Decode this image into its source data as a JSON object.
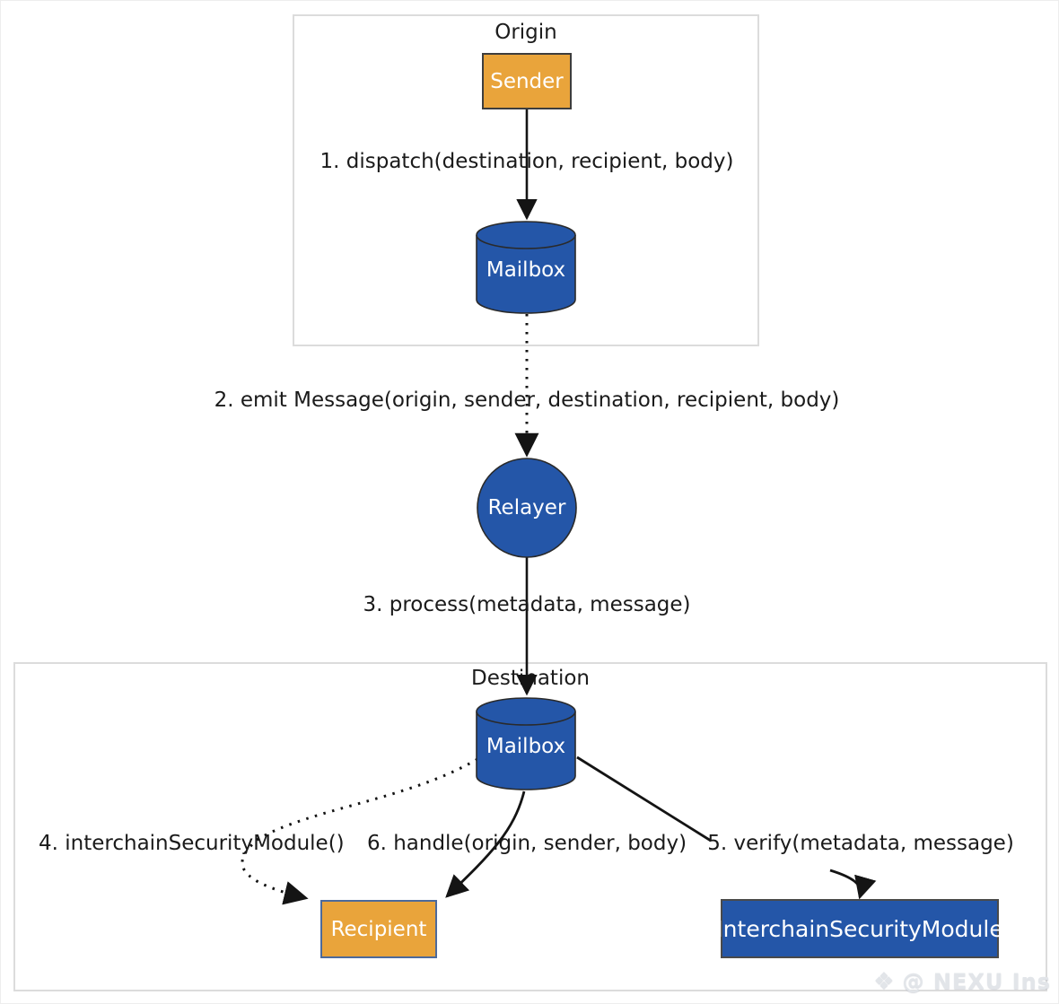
{
  "diagram": {
    "groups": {
      "origin": {
        "label": "Origin"
      },
      "destination": {
        "label": "Destination"
      }
    },
    "nodes": {
      "sender": {
        "label": "Sender",
        "shape": "rect",
        "color": "#e9a43b"
      },
      "origin_mailbox": {
        "label": "Mailbox",
        "shape": "cylinder",
        "color": "#2456a8"
      },
      "relayer": {
        "label": "Relayer",
        "shape": "circle",
        "color": "#2456a8"
      },
      "destination_mailbox": {
        "label": "Mailbox",
        "shape": "cylinder",
        "color": "#2456a8"
      },
      "recipient": {
        "label": "Recipient",
        "shape": "rect",
        "color": "#e9a43b"
      },
      "interchain_security_module": {
        "label": "InterchainSecurityModule",
        "shape": "rect",
        "color": "#2456a8"
      }
    },
    "edges": {
      "e1": {
        "label": "1. dispatch(destination, recipient, body)",
        "style": "solid",
        "from": "sender",
        "to": "origin_mailbox"
      },
      "e2": {
        "label": "2. emit Message(origin, sender, destination, recipient, body)",
        "style": "dotted",
        "from": "origin_mailbox",
        "to": "relayer"
      },
      "e3": {
        "label": "3. process(metadata, message)",
        "style": "solid",
        "from": "relayer",
        "to": "destination_mailbox"
      },
      "e4": {
        "label": "4. interchainSecurityModule()",
        "style": "dotted",
        "from": "destination_mailbox",
        "to": "recipient"
      },
      "e5": {
        "label": "5. verify(metadata, message)",
        "style": "solid",
        "from": "destination_mailbox",
        "to": "interchain_security_module"
      },
      "e6": {
        "label": "6. handle(origin, sender, body)",
        "style": "solid",
        "from": "destination_mailbox",
        "to": "recipient"
      }
    },
    "colors": {
      "node_blue": "#2456a8",
      "node_orange": "#e9a43b",
      "edge_black": "#141414",
      "container_border": "#dcdcdc",
      "recipient_border": "#4d6a9b",
      "text": "#1a1a1a",
      "watermark": "#e2e5e9"
    },
    "watermark": {
      "icon": "diamond-gem-icon",
      "text": "@ NEXU Ins"
    }
  }
}
